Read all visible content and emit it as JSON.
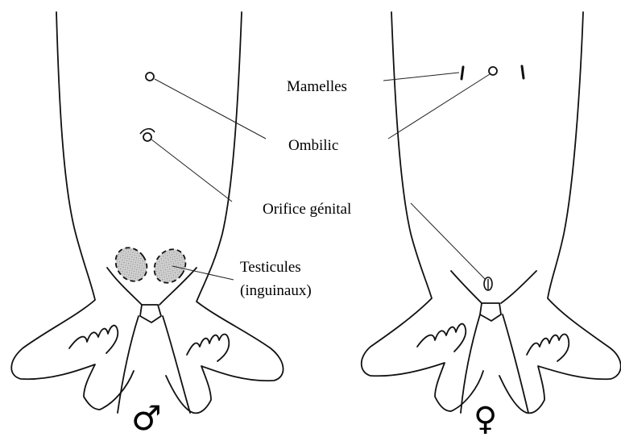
{
  "labels": {
    "mamelles": "Mamelles",
    "ombilic": "Ombilic",
    "orifice_genital": "Orifice génital",
    "testicules_line1": "Testicules",
    "testicules_line2": "(inguinaux)"
  },
  "symbols": {
    "male": "♂",
    "female": "♀"
  },
  "colors": {
    "line": "#111111",
    "testis_fill": "#c8c8c8"
  }
}
